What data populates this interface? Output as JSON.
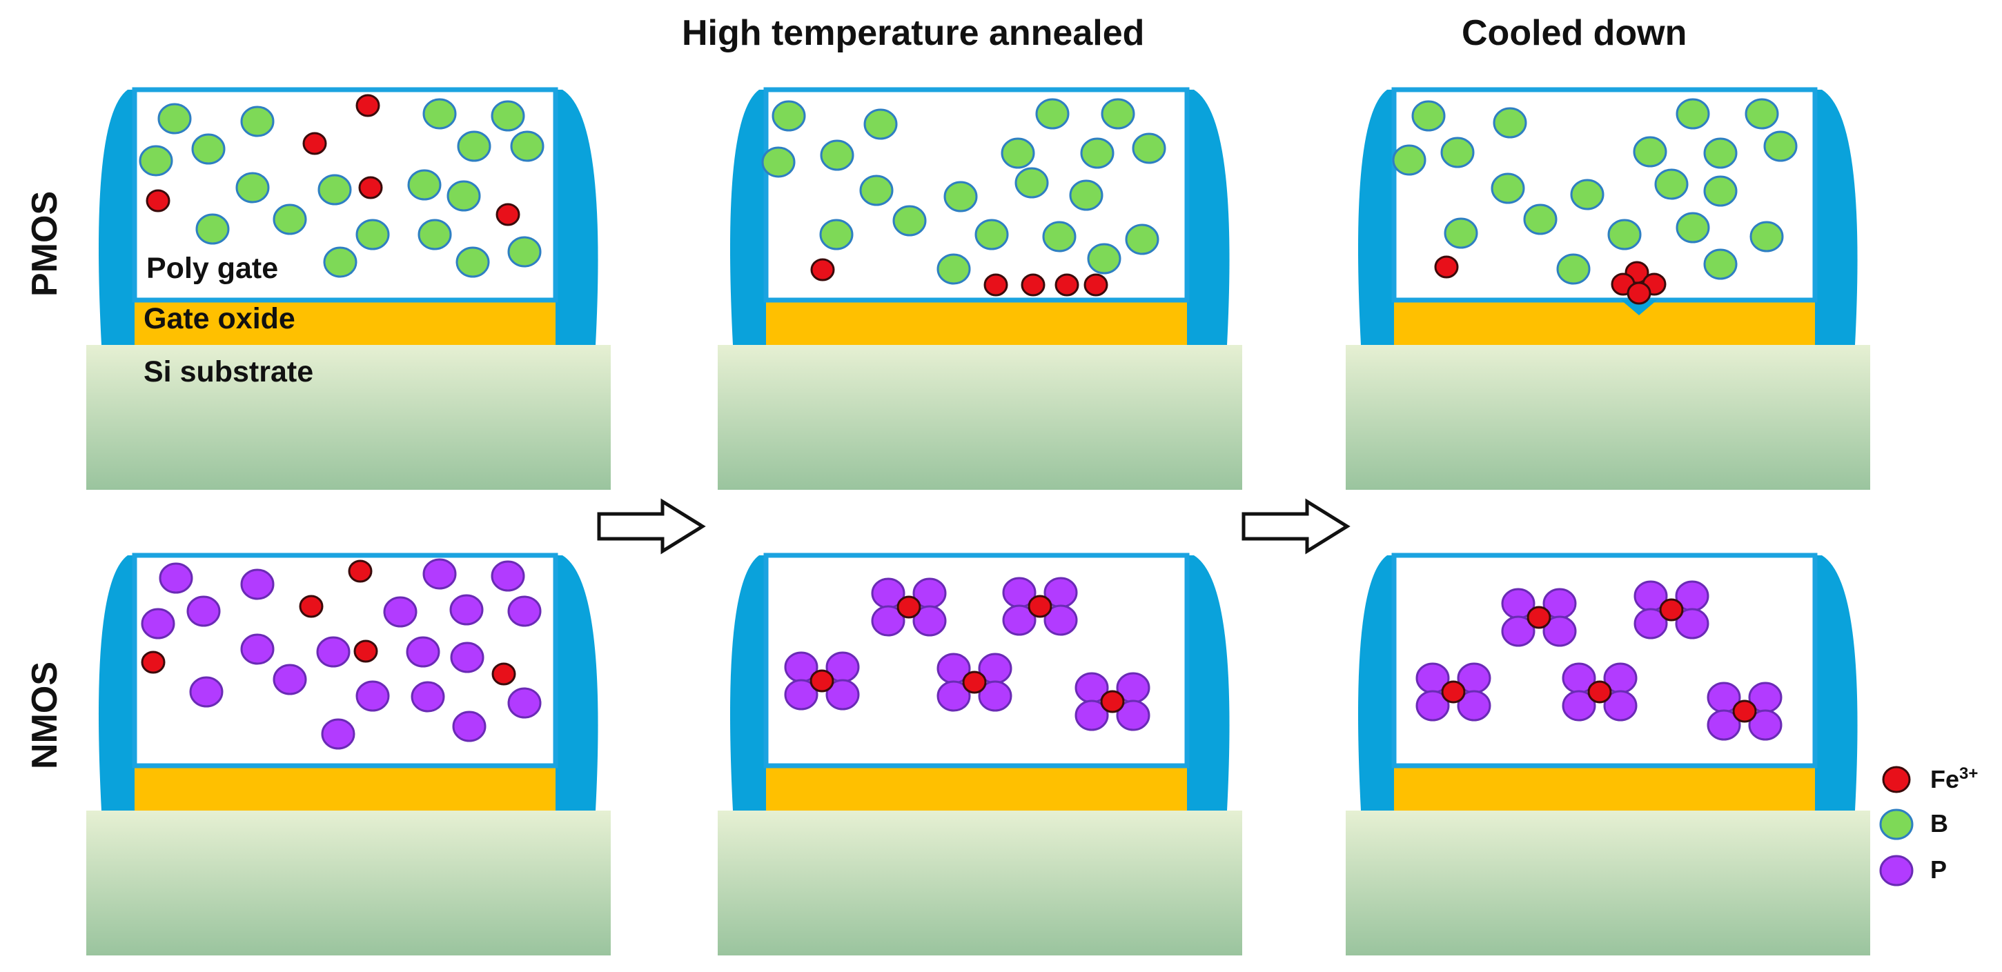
{
  "titles": {
    "annealed": "High temperature annealed",
    "cooled": "Cooled down"
  },
  "rows": {
    "pmos": "PMOS",
    "nmos": "NMOS"
  },
  "layers": {
    "poly_gate": "Poly gate",
    "gate_oxide": "Gate oxide",
    "si_substrate": "Si substrate"
  },
  "legend": {
    "fe": "Fe",
    "fe_charge": "3+",
    "b": "B",
    "p": "P"
  },
  "colors": {
    "spacer": "#0AA2DB",
    "poly_border": "#1BA3E0",
    "oxide": "#FFC000",
    "substrate_top": "#E6F0D3",
    "substrate_bottom": "#9AC49E",
    "boron": "#7ED957",
    "boron_stroke": "#2E7FC2",
    "phosphorus": "#B23BFF",
    "phosphorus_stroke": "#6A2BB5",
    "iron": "#E8101A",
    "iron_stroke": "#3A0B0B"
  }
}
